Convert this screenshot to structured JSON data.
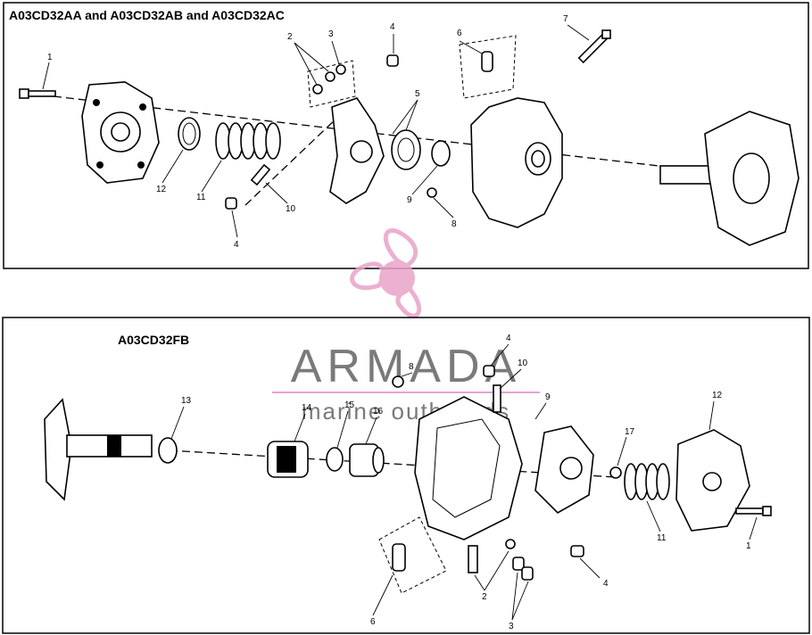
{
  "panels": {
    "top": {
      "title": "A03CD32AA and A03CD32AB and A03CD32AC",
      "callouts": [
        "1",
        "2",
        "3",
        "4",
        "6",
        "7",
        "5",
        "12",
        "11",
        "10",
        "4",
        "9",
        "8"
      ]
    },
    "bottom": {
      "title": "A03CD32FB",
      "callouts": [
        "13",
        "14",
        "15",
        "16",
        "8",
        "4",
        "10",
        "9",
        "17",
        "12",
        "11",
        "1",
        "4",
        "6",
        "2",
        "3"
      ]
    }
  },
  "watermark": {
    "name": "ARMADA",
    "tagline": "marine outboards",
    "accent_color": "#e9a3c9",
    "text_color": "#7a7a7a"
  }
}
